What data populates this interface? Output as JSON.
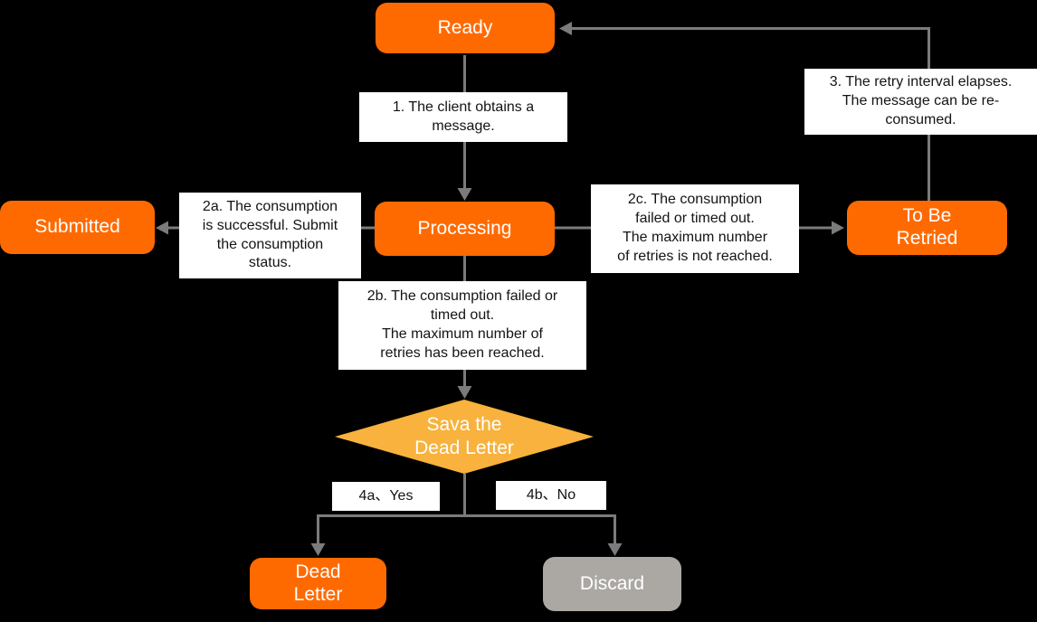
{
  "diagram": {
    "type": "flowchart",
    "background": "#000000",
    "colors": {
      "state_node": "#FF6A00",
      "decision_node": "#F8B23D",
      "terminal_node": "#ABA8A4",
      "connector": "#7B7B7B",
      "label_background": "#FFFFFF",
      "label_text": "#141414",
      "node_text": "#FFFFFF"
    },
    "nodes": {
      "ready": {
        "label": "Ready",
        "type": "state"
      },
      "processing": {
        "label": "Processing",
        "type": "state"
      },
      "submitted": {
        "label": "Submitted",
        "type": "state"
      },
      "to_be_retried": {
        "label": "To Be\nRetried",
        "type": "state"
      },
      "save_dead_letter": {
        "label": "Sava the\nDead Letter",
        "type": "decision"
      },
      "dead_letter": {
        "label": "Dead\nLetter",
        "type": "state"
      },
      "discard": {
        "label": "Discard",
        "type": "terminal"
      }
    },
    "edge_labels": {
      "step1": "1. The client obtains a\nmessage.",
      "step2a": "2a. The consumption\nis successful. Submit\nthe consumption\nstatus.",
      "step2b": "2b. The consumption failed or\ntimed out.\nThe maximum number of\nretries has been reached.",
      "step2c": "2c. The consumption\nfailed or timed out.\nThe maximum number\nof retries is not reached.",
      "step3": "3. The retry interval elapses.\nThe message can be re-\nconsumed.",
      "step4a": "4a、Yes",
      "step4b": "4b、No"
    }
  }
}
